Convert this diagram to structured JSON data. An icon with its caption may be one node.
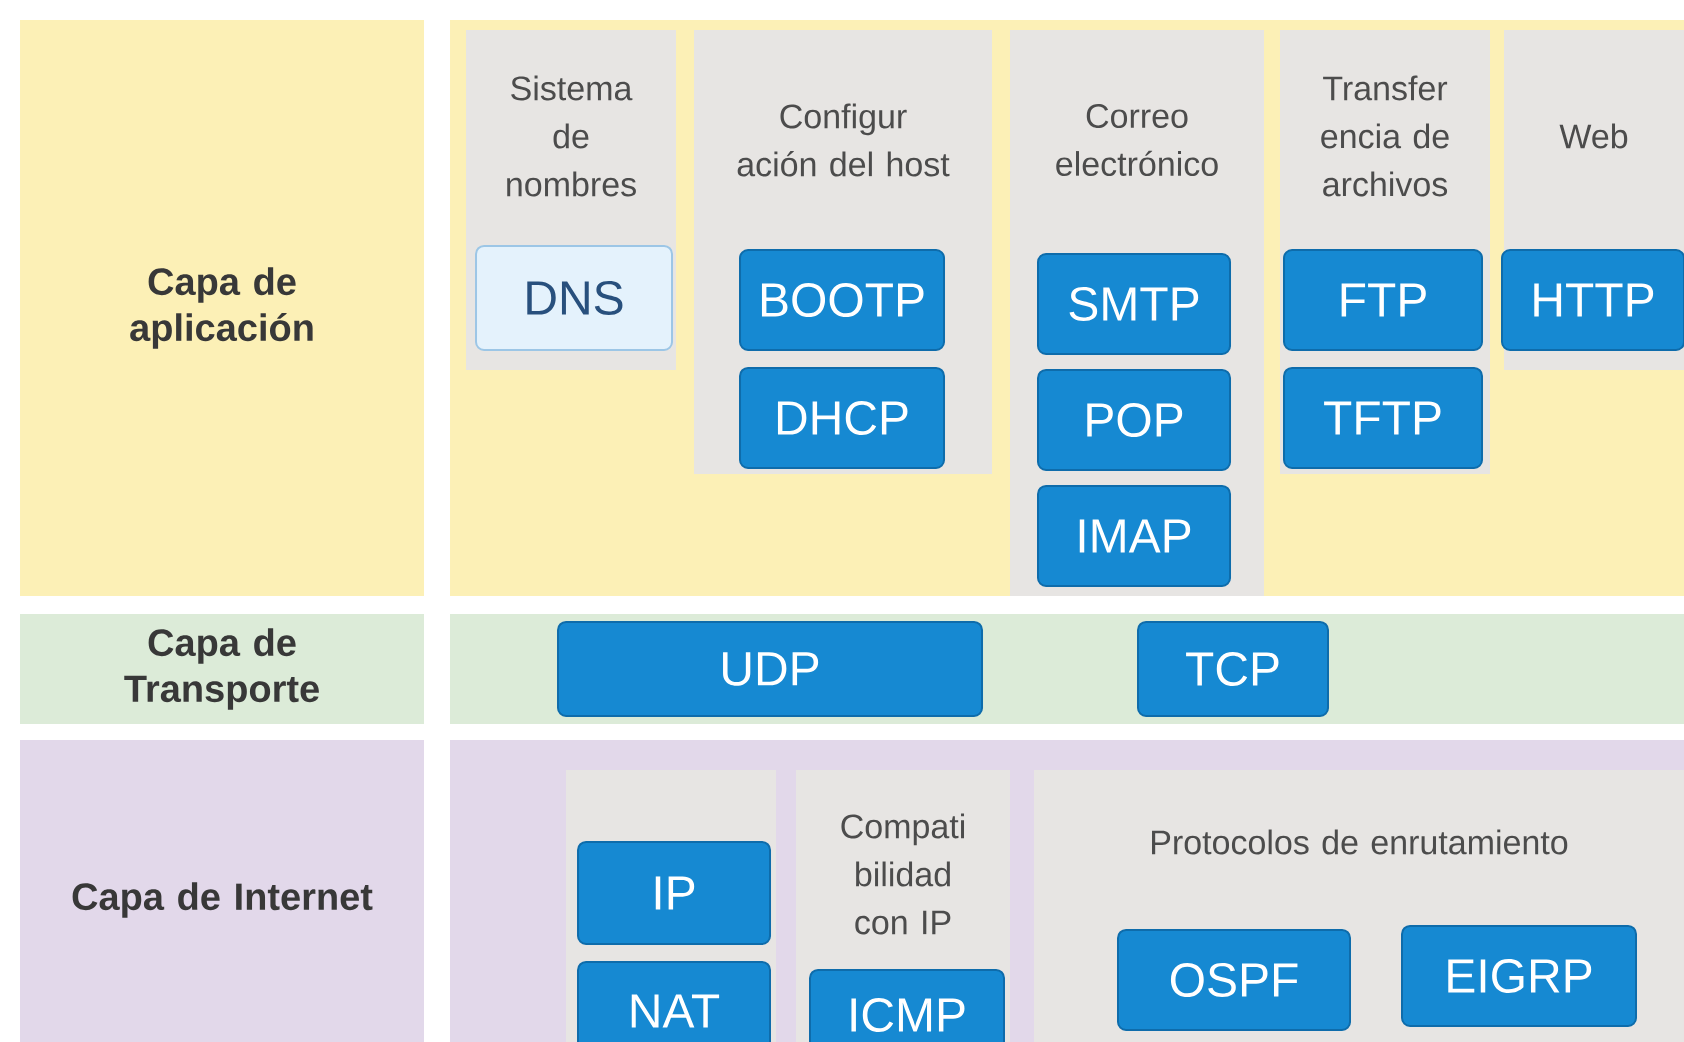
{
  "diagram": {
    "nodes": [
      {
        "text": [
          "Capa de aplicación"
        ]
      },
      {
        "text": [],
        "shape": "box"
      },
      {
        "text": [
          "Sistema de nombres"
        ],
        "in": 1
      },
      {
        "text": [
          "DNS"
        ],
        "in": 2
      },
      {
        "text": [
          "Configur ación del host"
        ],
        "in": 1
      },
      {
        "text": [
          "BOOTP"
        ],
        "in": 4
      },
      {
        "text": [
          "DHCP"
        ],
        "in": 4
      },
      {
        "text": [
          "Correo electrónico"
        ],
        "in": 1
      },
      {
        "text": [
          "SMTP"
        ],
        "in": 7
      },
      {
        "text": [
          "POP"
        ],
        "in": 7
      },
      {
        "text": [
          "IMAP"
        ],
        "in": 7
      },
      {
        "text": [
          "Transfer encia de archivos"
        ],
        "in": 1
      },
      {
        "text": [
          "FTP"
        ],
        "in": 11
      },
      {
        "text": [
          "TFTP"
        ],
        "in": 11
      },
      {
        "text": [
          "Web"
        ],
        "in": 1
      },
      {
        "text": [
          "HTTP"
        ],
        "in": 14
      },
      {
        "text": [
          "Capa de Transporte"
        ]
      },
      {
        "text": [],
        "shape": "box"
      },
      {
        "text": [
          "UDP"
        ],
        "in": 17
      },
      {
        "text": [
          "TCP"
        ],
        "in": 17
      },
      {
        "text": [
          "Capa de Internet"
        ]
      },
      {
        "text": [],
        "shape": "box"
      },
      {
        "text": [],
        "shape": "box",
        "in": 21
      },
      {
        "text": [
          "IP"
        ],
        "in": 22
      },
      {
        "text": [
          "NAT"
        ],
        "in": 22
      },
      {
        "text": [
          "Compati bilidad con IP"
        ],
        "in": 21
      },
      {
        "text": [
          "ICMP"
        ],
        "in": 25
      },
      {
        "text": [
          "Protocolos de enrutamiento"
        ],
        "in": 21
      },
      {
        "text": [
          "OSPF"
        ],
        "in": 27
      },
      {
        "text": [
          "EIGRP"
        ],
        "in": 27
      }
    ]
  }
}
